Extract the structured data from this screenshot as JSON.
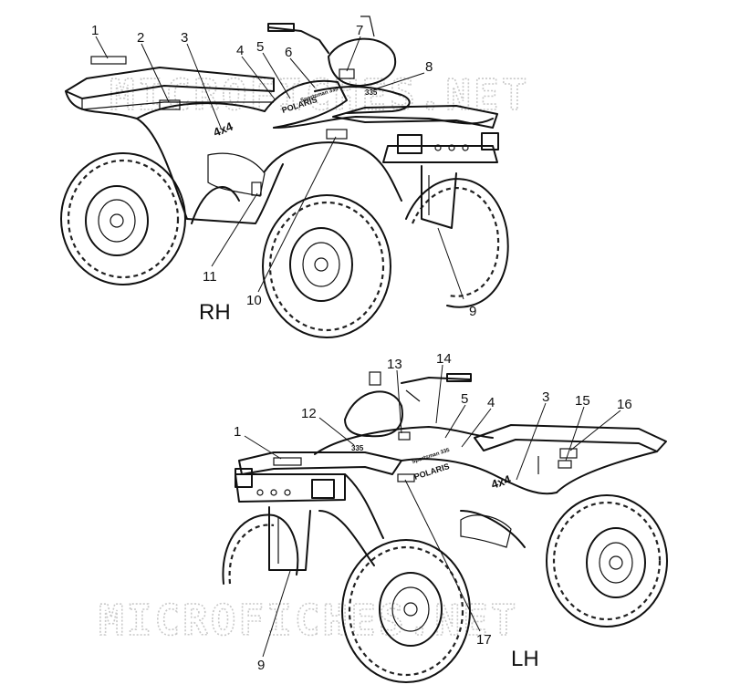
{
  "watermark": "MICROFICHES.NET",
  "views": [
    {
      "label": "RH",
      "callouts": [
        "1",
        "2",
        "3",
        "4",
        "5",
        "6",
        "7",
        "8",
        "9",
        "10",
        "11"
      ]
    },
    {
      "label": "LH",
      "callouts": [
        "1",
        "12",
        "13",
        "14",
        "5",
        "4",
        "3",
        "15",
        "16",
        "17",
        "9"
      ]
    }
  ],
  "decals": {
    "four_by_four": "4x4",
    "brand": "POLARIS",
    "model": "Sportsman 335",
    "badge": "335"
  }
}
